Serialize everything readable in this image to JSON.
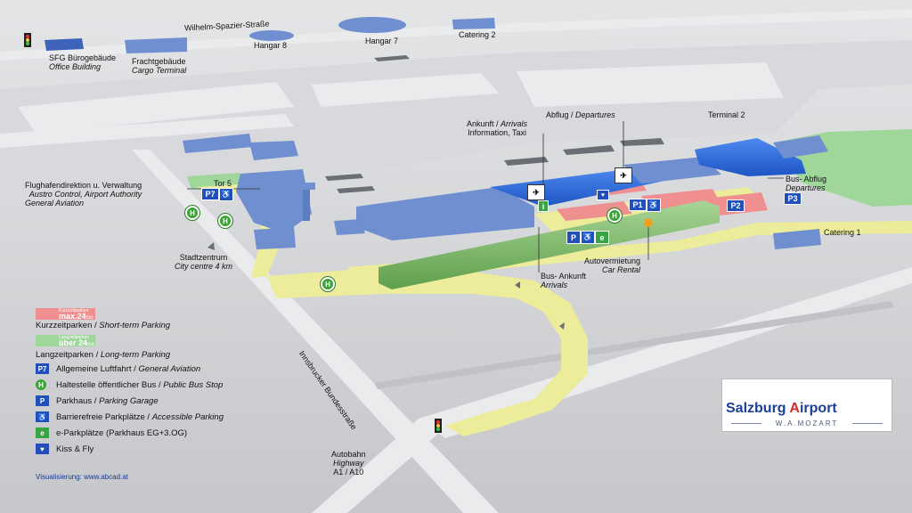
{
  "colors": {
    "ground": "#cfd1d4",
    "road": "#e9ebed",
    "highlight_road": "#ecec9a",
    "terminal_blue": "#2f6fe0",
    "building_blue": "#6f8fd0",
    "parking_garage_green": "#8fc27a",
    "short_term": "#ef8f8f",
    "long_term": "#9fd79a",
    "parking_blue": "#2250b8",
    "bus_green": "#3aa535",
    "logo_blue": "#1d3f95",
    "logo_red": "#d42a2a"
  },
  "map": {
    "streets": {
      "wilhelm": "Wilhelm-Spazier-Straße",
      "innsbrucker": "Innsbrucker Bundesstraße"
    },
    "labels": {
      "sfg": {
        "de": "SFG Bürogebäude",
        "en": "Office Building"
      },
      "cargo": {
        "de": "Frachtgebäude",
        "en": "Cargo Terminal"
      },
      "hangar8": "Hangar 8",
      "hangar7": "Hangar 7",
      "catering2": "Catering 2",
      "arrivals": {
        "de": "Ankunft /",
        "en": "Arrivals",
        "line2": "Information, Taxi"
      },
      "departures": {
        "de": "Abflug /",
        "en": "Departures"
      },
      "terminal2": "Terminal 2",
      "direction": {
        "de": "Flughafendirektion u. Verwaltung",
        "en1": "Austro Control, Airport Authority",
        "en2": "General Aviation"
      },
      "tor5": "Tor 5",
      "bus_departures": {
        "de": "Bus- Abflug",
        "en": "Departures"
      },
      "catering1": "Catering 1",
      "car_rental": {
        "de": "Autovermietung",
        "en": "Car Rental"
      },
      "bus_arrivals": {
        "de": "Bus- Ankunft",
        "en": "Arrivals"
      },
      "city": {
        "de": "Stadtzentrum",
        "en": "City centre 4 km"
      },
      "highway": {
        "de": "Autobahn",
        "en": "Highway",
        "ref": "A1 / A10"
      }
    },
    "badges": {
      "p7": "P7",
      "p1": "P1",
      "p2": "P2",
      "p3": "P3",
      "h": "H",
      "info": "i"
    }
  },
  "legend": {
    "short_term_swatch": {
      "small": "Kurzzeitparken",
      "big": "max.24",
      "unit": "Std."
    },
    "short_term": {
      "de": "Kurzzeitparken /",
      "en": "Short-term Parking"
    },
    "long_term_swatch": {
      "small": "Langzeitparken",
      "big": "über 24",
      "unit": "Std."
    },
    "long_term": {
      "de": "Langzeitparken /",
      "en": "Long-term Parking"
    },
    "p7": {
      "icon": "P7",
      "de": "Allgemeine Luftfahrt /",
      "en": "General Aviation"
    },
    "bus": {
      "icon": "H",
      "de": "Haltestelle öffentlicher Bus /",
      "en": "Public Bus Stop"
    },
    "garage": {
      "icon": "P",
      "de": "Parkhaus /",
      "en": "Parking Garage"
    },
    "accessible": {
      "icon": "♿",
      "de": "Barrierefreie Parkplätze /",
      "en": "Accessible Parking"
    },
    "eparking": {
      "icon": "e",
      "text": "e-Parkplätze (Parkhaus EG+3.OG)"
    },
    "kissfly": {
      "icon": "♥",
      "text": "Kiss & Fly"
    }
  },
  "credit": "Visualisierung: www.abcad.at",
  "logo": {
    "name_a": "Salzburg ",
    "name_b": "A",
    "name_c": "irport",
    "sub": "W.A.MOZART"
  }
}
